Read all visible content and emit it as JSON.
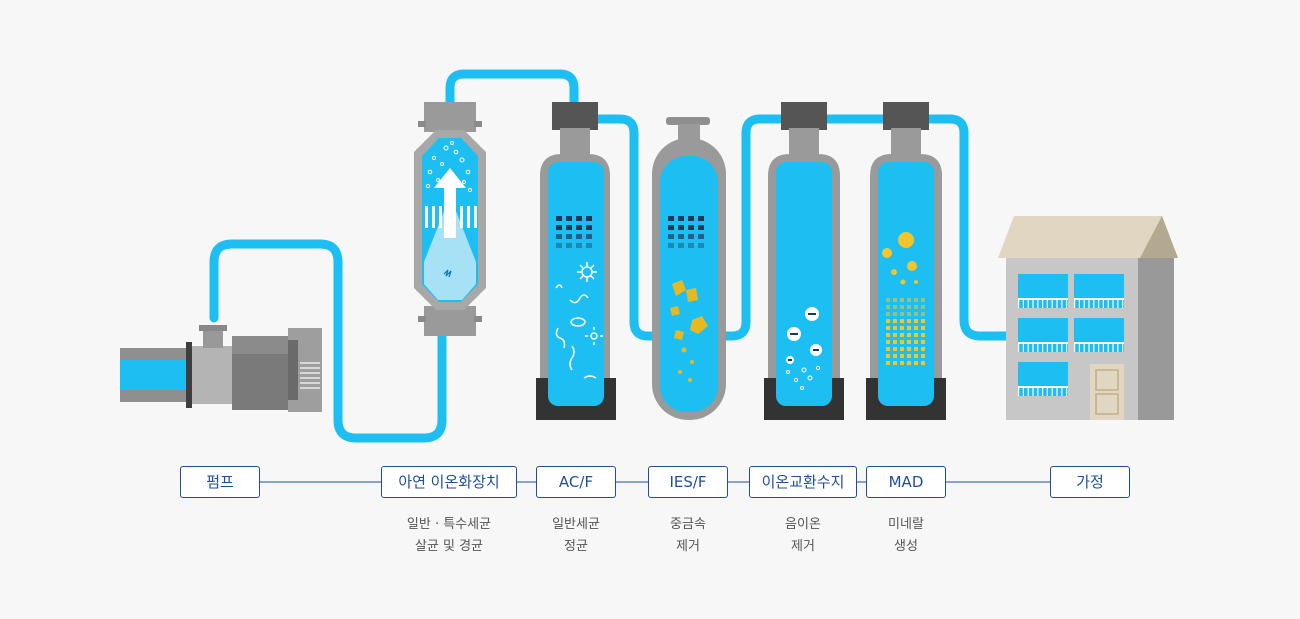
{
  "steps": [
    {
      "label": "펌프",
      "desc": []
    },
    {
      "label": "아연 이온화장치",
      "desc": [
        "일반 · 특수세균",
        "살균 및 경균"
      ]
    },
    {
      "label": "AC/F",
      "desc": [
        "일반세균",
        "정균"
      ]
    },
    {
      "label": "IES/F",
      "desc": [
        "중금속",
        "제거"
      ]
    },
    {
      "label": "이온교환수지",
      "desc": [
        "음이온",
        "제거"
      ]
    },
    {
      "label": "MAD",
      "desc": [
        "미네랄",
        "생성"
      ]
    },
    {
      "label": "가정",
      "desc": []
    }
  ],
  "colors": {
    "water": "#1dbff2",
    "pipe": "#1dbff2",
    "tank": "#9a9a9a",
    "tank_base": "#333333",
    "cap": "#555555",
    "accent": "#1f4f9a",
    "mineral": "#f2c52b",
    "roof": "#e0d6c2",
    "wall": "#c7c7c7"
  }
}
